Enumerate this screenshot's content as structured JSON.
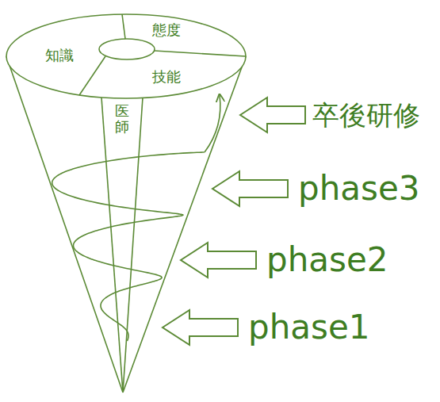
{
  "diagram": {
    "labels": [
      "知識",
      "態度",
      "技能",
      "医師",
      "卒後研修",
      "phase3",
      "phase2",
      "phase1"
    ]
  }
}
